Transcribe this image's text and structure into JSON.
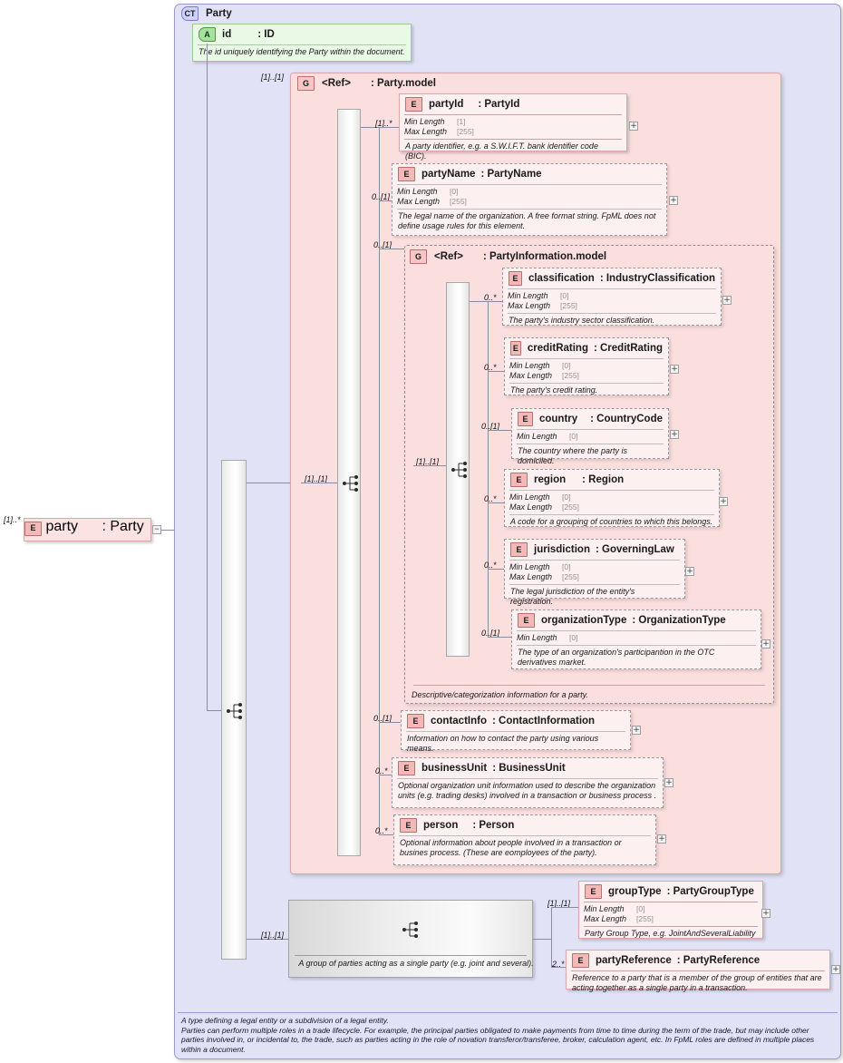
{
  "diagram": {
    "root_type": {
      "kind": "CT",
      "label": "Party"
    },
    "root_element": {
      "kind": "E",
      "name": "party",
      "type": ": Party",
      "cardinality": "[1]..*"
    },
    "attribute": {
      "kind": "A",
      "name": "id",
      "type": ": ID",
      "description": "The id uniquely identifying the Party within the document."
    },
    "party_model": {
      "kind": "G",
      "ref": "<Ref>",
      "type": ": Party.model",
      "cardinality": "[1]..[1]",
      "inner_cardinality": "[1]..[1]"
    },
    "party_information_model": {
      "kind": "G",
      "ref": "<Ref>",
      "type": ": PartyInformation.model",
      "cardinality": "0..[1]",
      "inner_cardinality": "[1]..[1]",
      "description": "Descriptive/categorization information for a party."
    },
    "party_group": {
      "cardinality": "[1]..[1]",
      "description": "A group of parties acting as a single party (e.g. joint and several)."
    },
    "footer": {
      "line1": "A type defining a legal entity or a subdivision of a legal entity.",
      "line2": "Parties can perform multiple roles in a trade lifecycle. For example, the principal parties obligated to make payments from time to time during the term of the trade, but may include other parties involved in, or incidental to, the trade, such as parties acting in the role of novation transferor/transferee, broker, calculation agent, etc. In FpML roles are defined in multiple places within a document."
    },
    "facet_labels": {
      "min": "Min Length",
      "max": "Max Length"
    },
    "expand_glyph": "+",
    "collapse_glyph": "−",
    "elements": [
      {
        "id": "partyId",
        "kind": "E",
        "name": "partyId",
        "type": ": PartyId",
        "cardinality": "[1]..*",
        "optional": false,
        "min_length": "[1]",
        "max_length": "[255]",
        "description": "A party identifier, e.g. a S.W.I.F.T. bank identifier code (BIC)."
      },
      {
        "id": "partyName",
        "kind": "E",
        "name": "partyName",
        "type": ": PartyName",
        "cardinality": "0..[1]",
        "optional": true,
        "min_length": "[0]",
        "max_length": "[255]",
        "description": "The legal name of the organization. A free format string. FpML does not define usage rules for this element."
      },
      {
        "id": "classification",
        "kind": "E",
        "name": "classification",
        "type": ": IndustryClassification",
        "cardinality": "0..*",
        "optional": true,
        "min_length": "[0]",
        "max_length": "[255]",
        "description": "The party's industry sector classification."
      },
      {
        "id": "creditRating",
        "kind": "E",
        "name": "creditRating",
        "type": ": CreditRating",
        "cardinality": "0..*",
        "optional": true,
        "min_length": "[0]",
        "max_length": "[255]",
        "description": "The party's credit rating."
      },
      {
        "id": "country",
        "kind": "E",
        "name": "country",
        "type": ": CountryCode",
        "cardinality": "0..[1]",
        "optional": true,
        "min_length": "[0]",
        "max_length": null,
        "description": "The country where the party is domiciled."
      },
      {
        "id": "region",
        "kind": "E",
        "name": "region",
        "type": ": Region",
        "cardinality": "0..*",
        "optional": true,
        "min_length": "[0]",
        "max_length": "[255]",
        "description": "A code for a grouping of countries to which this belongs."
      },
      {
        "id": "jurisdiction",
        "kind": "E",
        "name": "jurisdiction",
        "type": ": GoverningLaw",
        "cardinality": "0..*",
        "optional": true,
        "min_length": "[0]",
        "max_length": "[255]",
        "description": "The legal jurisdiction of the entity's registration."
      },
      {
        "id": "organizationType",
        "kind": "E",
        "name": "organizationType",
        "type": ": OrganizationType",
        "cardinality": "0..[1]",
        "optional": true,
        "min_length": "[0]",
        "max_length": null,
        "description": "The type of an organization's participantion in the OTC derivatives market."
      },
      {
        "id": "contactInfo",
        "kind": "E",
        "name": "contactInfo",
        "type": ": ContactInformation",
        "cardinality": "0..[1]",
        "optional": true,
        "min_length": null,
        "max_length": null,
        "description": "Information on how to contact the party using various means."
      },
      {
        "id": "businessUnit",
        "kind": "E",
        "name": "businessUnit",
        "type": ": BusinessUnit",
        "cardinality": "0..*",
        "optional": true,
        "min_length": null,
        "max_length": null,
        "description": "Optional organization unit information used to describe the organization units (e.g. trading desks) involved in a transaction or business process ."
      },
      {
        "id": "person",
        "kind": "E",
        "name": "person",
        "type": ": Person",
        "cardinality": "0..*",
        "optional": true,
        "min_length": null,
        "max_length": null,
        "description": "Optional information about people involved in a transaction or busines process. (These are eomployees of the party)."
      },
      {
        "id": "groupType",
        "kind": "E",
        "name": "groupType",
        "type": ": PartyGroupType",
        "cardinality": "[1]..[1]",
        "optional": false,
        "min_length": "[0]",
        "max_length": "[255]",
        "description": "Party Group Type, e.g. JointAndSeveralLiability"
      },
      {
        "id": "partyReference",
        "kind": "E",
        "name": "partyReference",
        "type": ": PartyReference",
        "cardinality": "2..*",
        "optional": false,
        "min_length": null,
        "max_length": null,
        "description": "Reference to a party that is a member of the group of entities that are acting together as a single party in a transaction."
      }
    ]
  }
}
